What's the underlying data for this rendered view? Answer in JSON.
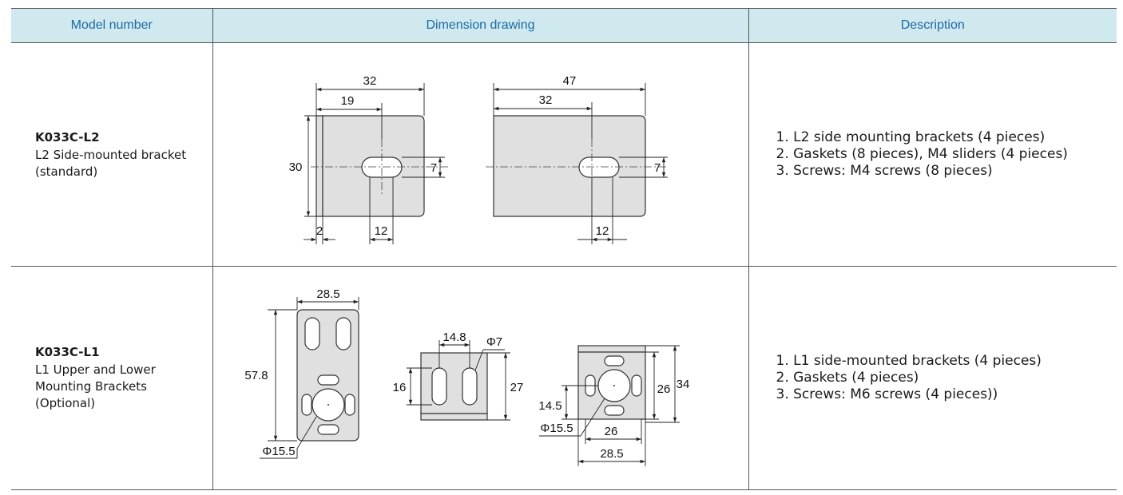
{
  "table": {
    "headers": [
      "Model number",
      "Dimension drawing",
      "Description"
    ],
    "rows": [
      {
        "model_code": "K033C-L2",
        "model_name": "L2 Side-mounted bracket\n(standard)",
        "description": [
          "1. L2 side mounting brackets (4 pieces)",
          "2. Gaskets (8 pieces), M4 sliders (4 pieces)",
          "3. Screws: M4 screws (8 pieces)"
        ],
        "drawing_labels": {
          "a_width": "32",
          "a_slot_pos": "19",
          "a_height": "30",
          "a_slot_h": "7",
          "a_thickness": "2",
          "a_slot_w": "12",
          "b_width": "47",
          "b_slot_pos": "32",
          "b_slot_h": "7",
          "b_slot_w": "12"
        }
      },
      {
        "model_code": "K033C-L1",
        "model_name": "L1 Upper and Lower\nMounting Brackets\n(Optional)",
        "description": [
          "1. L1 side-mounted brackets (4 pieces)",
          "2. Gaskets (4 pieces)",
          "3. Screws: M6 screws (4 pieces))"
        ],
        "drawing_labels": {
          "a_width": "28.5",
          "a_height": "57.8",
          "a_hole": "Φ15.5",
          "b_spacing": "14.8",
          "b_hole": "Φ7",
          "b_slot_h": "16",
          "b_height": "27",
          "c_inner_h": "26",
          "c_height": "34",
          "c_offset": "14.5",
          "c_hole": "Φ15.5",
          "c_inner_w": "26",
          "c_width": "28.5"
        }
      }
    ]
  }
}
